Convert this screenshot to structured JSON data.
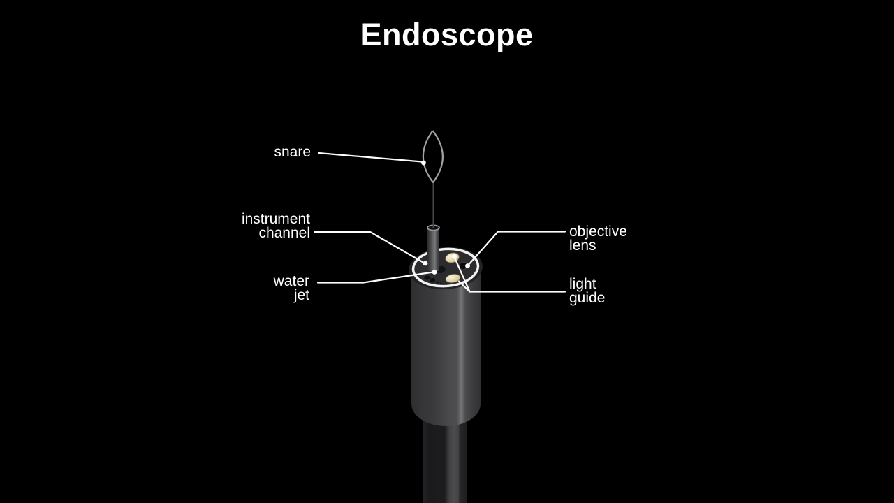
{
  "title": "Endoscope",
  "labels": {
    "snare": {
      "line1": "snare"
    },
    "instrument_channel": {
      "line1": "instrument",
      "line2": "channel"
    },
    "water_jet": {
      "line1": "water",
      "line2": "jet"
    },
    "objective_lens": {
      "line1": "objective",
      "line2": "lens"
    },
    "light_guide": {
      "line1": "light",
      "line2": "guide"
    }
  },
  "colors": {
    "background": "#000000",
    "label_text": "#ffffff",
    "title_text": "#ffffff",
    "leader_line": "#ffffff",
    "tip_face_ring": "#f2f2f2",
    "tip_face": "#2c2c2e",
    "body_metal": "#4a4a4c",
    "body_highlight": "#757578",
    "shaft_dark": "#1a1a1c",
    "lens_window_cream": "#e6d9ad",
    "objective_lens_dark": "#09090b",
    "snare_wire": "#a2a2a5"
  }
}
